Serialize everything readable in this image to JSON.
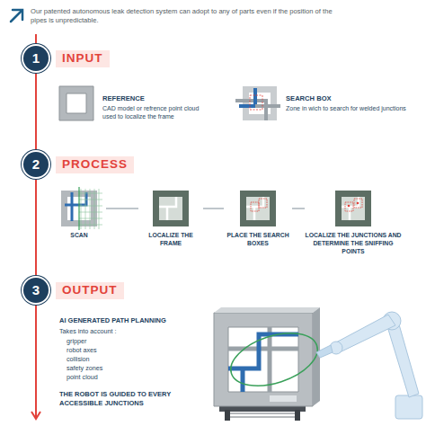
{
  "diagram": {
    "nodes": [
      {
        "text": [
          "1"
        ]
      },
      {
        "text": [
          "REFERENCE",
          "CAD model or refrence point cloud used to localize the frame"
        ]
      },
      {
        "text": [
          "SEARCH BOX",
          "Zone in wich to search for welded junctions"
        ]
      },
      {
        "text": [
          "2"
        ]
      },
      {
        "text": [
          "SCAN"
        ]
      },
      {
        "text": [
          "LOCALIZE THE FRAME"
        ]
      },
      {
        "text": [
          "PLACE THE SEARCH BOXES"
        ]
      },
      {
        "text": [
          "LOCALIZE THE JUNCTIONS AND DETERMINE THE SNIFFING POINTS"
        ]
      },
      {
        "text": [
          "3"
        ]
      }
    ],
    "edges": [
      {
        "from": 0,
        "to": 3,
        "arrow": "none"
      },
      {
        "from": 3,
        "to": 8,
        "arrow": "none"
      },
      {
        "from": 4,
        "to": 5,
        "arrow": "none"
      },
      {
        "from": 5,
        "to": 6,
        "arrow": "none"
      },
      {
        "from": 6,
        "to": 7,
        "arrow": "none"
      }
    ],
    "labels": [
      "Our patented autonomous leak detection system can adopt to any of parts even if the position of the pipes is unpredictable.",
      "INPUT",
      "PROCESS",
      "OUTPUT",
      "AI GENERATED PATH PLANNING",
      "Takes into account :",
      "gripper",
      "robot axes",
      "collision",
      "safety zones",
      "point cloud",
      "THE ROBOT IS GUIDED TO EVERY ACCESSIBLE JUNCTIONS"
    ]
  }
}
